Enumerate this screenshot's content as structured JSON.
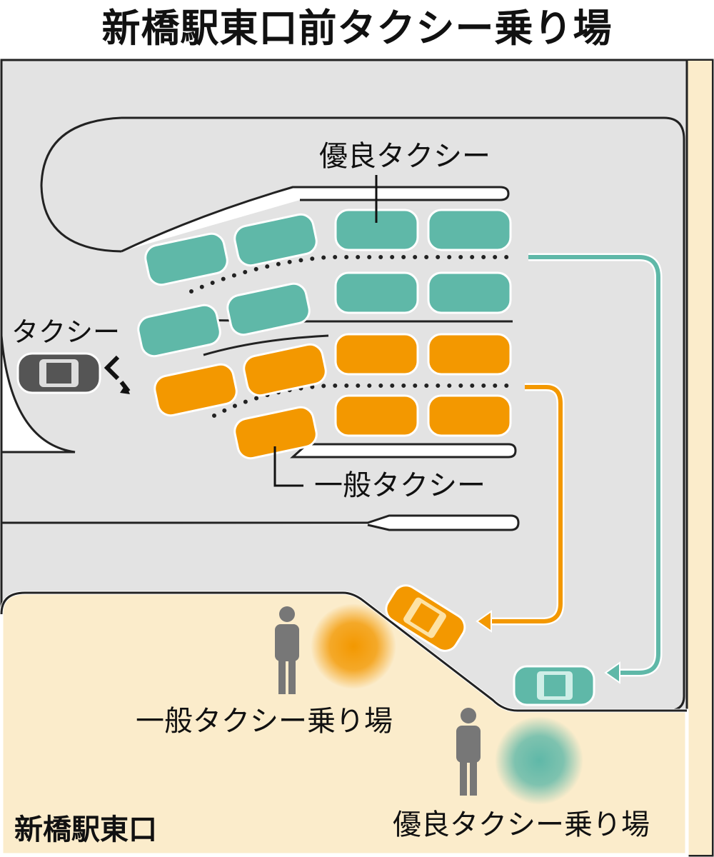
{
  "title": "新橋駅東口前タクシー乗り場",
  "labels": {
    "premium_taxi": "優良タクシー",
    "general_taxi": "一般タクシー",
    "taxi": "タクシー",
    "general_stand": "一般タクシー乗り場",
    "premium_stand": "優良タクシー乗り場",
    "station_exit": "新橋駅東口"
  },
  "colors": {
    "premium": "#5fb8a8",
    "general": "#f39800",
    "road": "#e3e3e3",
    "sidewalk": "#fbeccb"
  }
}
